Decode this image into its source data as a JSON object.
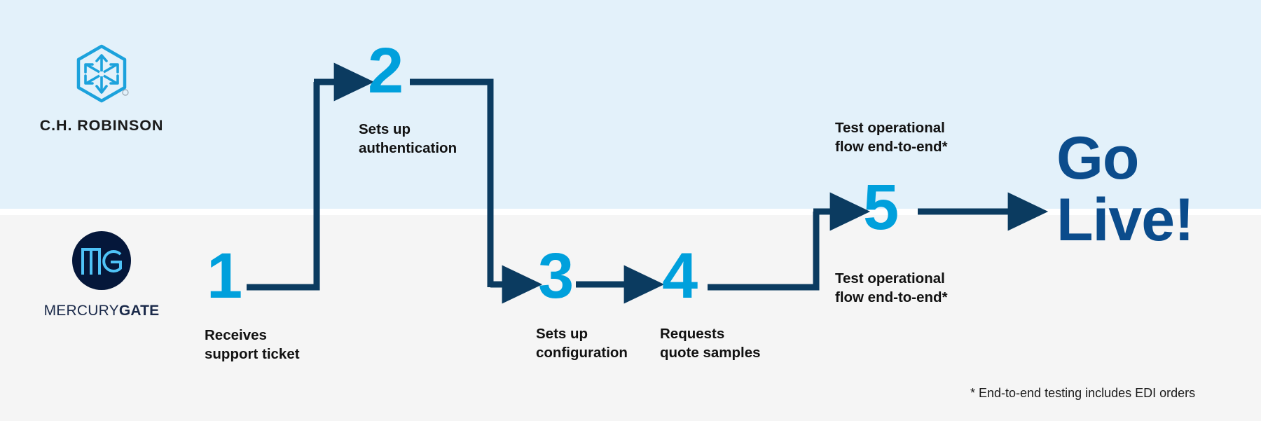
{
  "theme": {
    "band_top_color": "#E3F1FA",
    "band_bottom_color": "#F5F5F5",
    "accent_blue": "#00A0DC",
    "navy": "#0B3B60",
    "deep_navy": "#05173A",
    "go_live_blue": "#0B4C8C",
    "text_dark": "#111111"
  },
  "lanes": {
    "top_owner": "C.H. ROBINSON",
    "bottom_owner": "MERCURYGATE"
  },
  "logos": {
    "chrobinson": {
      "name": "ch-robinson-logo",
      "wordmark": "C.H. ROBINSON",
      "icon": "hexagon-cube-arrows-icon"
    },
    "mercurygate": {
      "name": "mercurygate-logo",
      "icon": "mg-monogram-icon",
      "wordmark_light": "MERCURY",
      "wordmark_bold": "GATE"
    }
  },
  "steps": [
    {
      "number": "1",
      "label": "Receives\nsupport ticket",
      "lane": "bottom"
    },
    {
      "number": "2",
      "label": "Sets up\nauthentication",
      "lane": "top"
    },
    {
      "number": "3",
      "label": "Sets up\nconfiguration",
      "lane": "bottom"
    },
    {
      "number": "4",
      "label": "Requests\nquote samples",
      "lane": "bottom"
    },
    {
      "number": "5",
      "label_top": "Test operational\nflow end-to-end*",
      "label_bottom": "Test operational\nflow end-to-end*",
      "lane": "both"
    }
  ],
  "outcome": {
    "text": "Go\nLive!"
  },
  "footnote": {
    "text": "* End-to-end testing includes EDI orders"
  }
}
